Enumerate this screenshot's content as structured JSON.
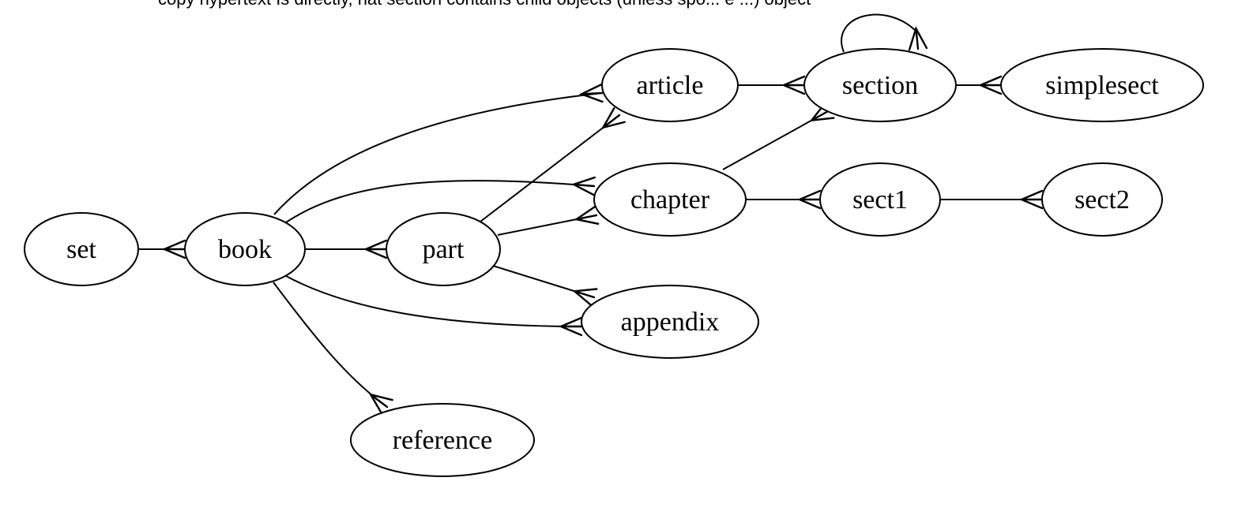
{
  "caption": "copy hypertext Is directly, hat section contains child objects (unless spo... e ...) object",
  "diagram": {
    "nodes": [
      {
        "id": "set",
        "label": "set"
      },
      {
        "id": "book",
        "label": "book"
      },
      {
        "id": "part",
        "label": "part"
      },
      {
        "id": "article",
        "label": "article"
      },
      {
        "id": "chapter",
        "label": "chapter"
      },
      {
        "id": "appendix",
        "label": "appendix"
      },
      {
        "id": "reference",
        "label": "reference"
      },
      {
        "id": "section",
        "label": "section"
      },
      {
        "id": "simplesect",
        "label": "simplesect"
      },
      {
        "id": "sect1",
        "label": "sect1"
      },
      {
        "id": "sect2",
        "label": "sect2"
      }
    ],
    "edges": [
      {
        "from": "set",
        "to": "book"
      },
      {
        "from": "book",
        "to": "part"
      },
      {
        "from": "book",
        "to": "article"
      },
      {
        "from": "book",
        "to": "chapter"
      },
      {
        "from": "book",
        "to": "appendix"
      },
      {
        "from": "book",
        "to": "reference"
      },
      {
        "from": "part",
        "to": "article"
      },
      {
        "from": "part",
        "to": "chapter"
      },
      {
        "from": "part",
        "to": "appendix"
      },
      {
        "from": "article",
        "to": "section"
      },
      {
        "from": "chapter",
        "to": "section"
      },
      {
        "from": "chapter",
        "to": "sect1"
      },
      {
        "from": "section",
        "to": "section"
      },
      {
        "from": "section",
        "to": "simplesect"
      },
      {
        "from": "sect1",
        "to": "sect2"
      }
    ]
  }
}
